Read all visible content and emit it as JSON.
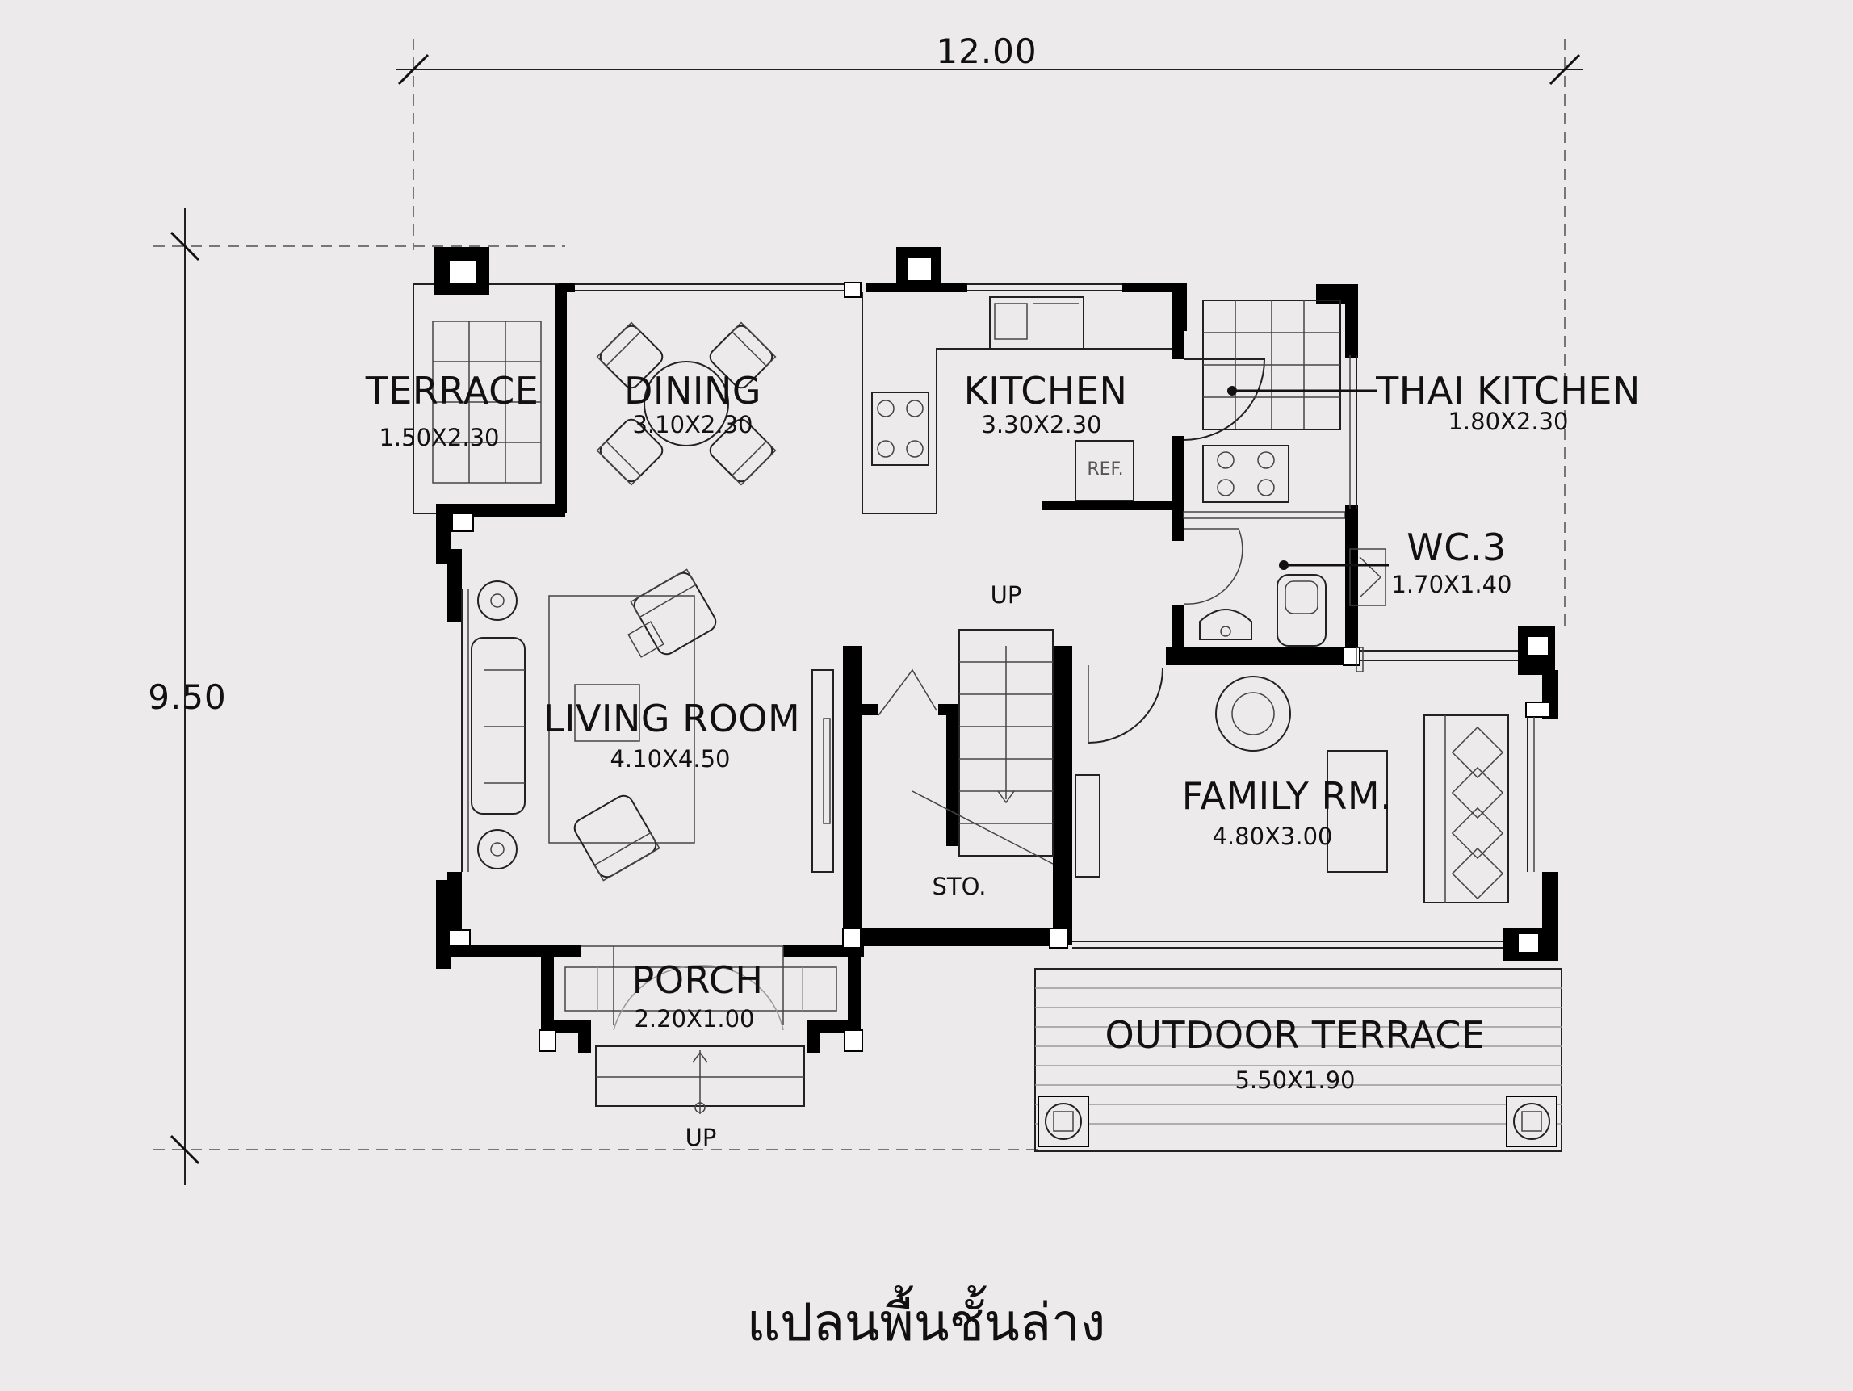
{
  "dimensions": {
    "width_total": "12.00",
    "depth_total": "9.50"
  },
  "rooms": [
    {
      "id": "terrace",
      "name": "TERRACE",
      "size": "1.50X2.30"
    },
    {
      "id": "dining",
      "name": "DINING",
      "size": "3.10X2.30"
    },
    {
      "id": "kitchen",
      "name": "KITCHEN",
      "size": "3.30X2.30"
    },
    {
      "id": "thai-kitchen",
      "name": "THAI KITCHEN",
      "size": "1.80X2.30"
    },
    {
      "id": "wc3",
      "name": "WC.3",
      "size": "1.70X1.40"
    },
    {
      "id": "living-room",
      "name": "LIVING ROOM",
      "size": "4.10X4.50"
    },
    {
      "id": "family-room",
      "name": "FAMILY RM.",
      "size": "4.80X3.00"
    },
    {
      "id": "porch",
      "name": "PORCH",
      "size": "2.20X1.00"
    },
    {
      "id": "outdoor-terrace",
      "name": "OUTDOOR TERRACE",
      "size": "5.50X1.90"
    }
  ],
  "labels": {
    "stair_up": "UP",
    "entry_up": "UP",
    "storage": "STO.",
    "refrigerator": "REF."
  },
  "title": "แปลนพื้นชั้นล่าง"
}
